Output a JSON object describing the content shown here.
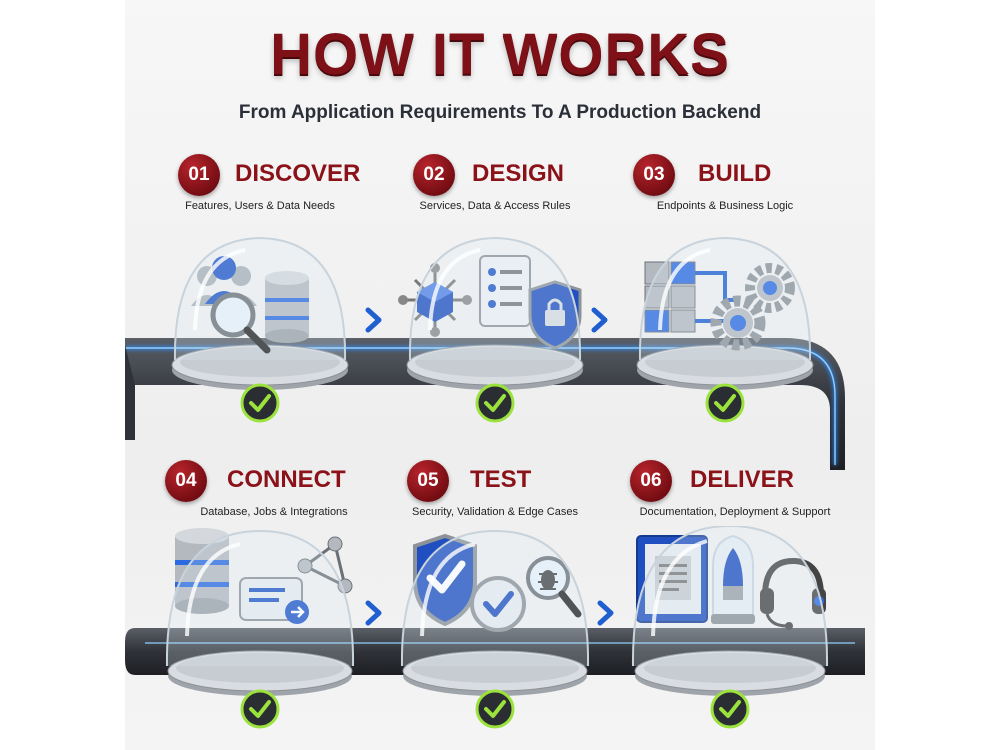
{
  "header": {
    "title": "HOW IT WORKS",
    "subtitle": "From Application Requirements To A Production Backend"
  },
  "colors": {
    "accent": "#7e1117",
    "blue": "#1f5fd0",
    "glow": "#2b8bff",
    "check": "#9be23c"
  },
  "steps": [
    {
      "number": "01",
      "title": "DISCOVER",
      "description": "Features, Users & Data Needs",
      "icons": [
        "users-icon",
        "magnifier-icon",
        "database-icon"
      ]
    },
    {
      "number": "02",
      "title": "DESIGN",
      "description": "Services, Data & Access Rules",
      "icons": [
        "cube-network-icon",
        "checklist-icon",
        "shield-lock-icon"
      ]
    },
    {
      "number": "03",
      "title": "BUILD",
      "description": "Endpoints & Business Logic",
      "icons": [
        "blocks-icon",
        "gears-icon"
      ]
    },
    {
      "number": "04",
      "title": "CONNECT",
      "description": "Database, Jobs & Integrations",
      "icons": [
        "database-icon",
        "card-arrow-icon",
        "network-icon"
      ]
    },
    {
      "number": "05",
      "title": "TEST",
      "description": "Security, Validation & Edge Cases",
      "icons": [
        "shield-check-icon",
        "check-circle-icon",
        "bug-search-icon"
      ]
    },
    {
      "number": "06",
      "title": "DELIVER",
      "description": "Documentation, Deployment & Support",
      "icons": [
        "book-icon",
        "rocket-icon",
        "headset-icon"
      ]
    }
  ]
}
